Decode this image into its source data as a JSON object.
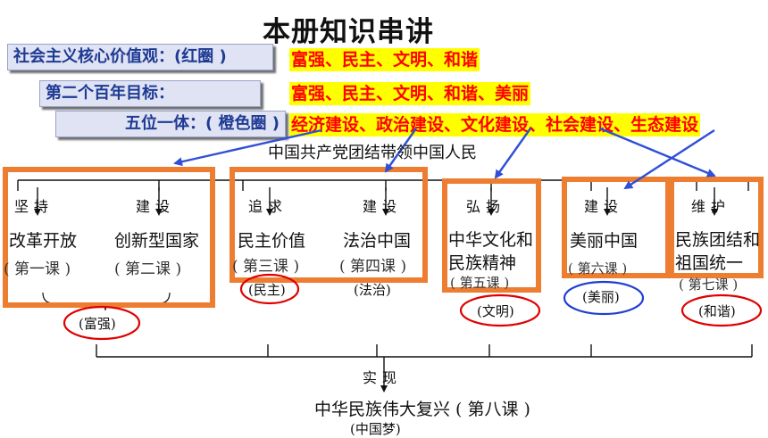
{
  "title": "本册知识串讲",
  "rows": [
    {
      "label": "社会主义核心价值观：(红圈 )",
      "value": "富强、民主、文明、和谐"
    },
    {
      "label": "第二个百年目标：",
      "value": "富强、民主、文明、和谐、美丽"
    },
    {
      "label": "五位一体：( 橙色圈 )",
      "value": "经济建设、政治建设、文化建设、社会建设、生态建设"
    }
  ],
  "top_node": "中国共产党团结带领中国人民",
  "groups": [
    {
      "verb": "坚持",
      "items": [
        {
          "name": "改革开放",
          "lesson": "( 第一课 )"
        },
        {
          "name": "创新型国家",
          "lesson": "( 第二课 )"
        }
      ],
      "verb2": "建设"
    },
    {
      "verb": "追求",
      "items": [
        {
          "name": "民主价值",
          "lesson": "( 第三课 )"
        }
      ],
      "verb2": "建设"
    },
    {
      "items2": [
        {
          "name": "法治中国",
          "lesson": "( 第四课 )"
        }
      ]
    },
    {
      "verb": "弘扬",
      "items": [
        {
          "name": "中华文化和民族精神",
          "lesson": "( 第五课 )"
        }
      ]
    },
    {
      "verb": "建设",
      "items": [
        {
          "name": "美丽中国",
          "lesson": "( 第六课 )"
        }
      ]
    },
    {
      "verb": "维护",
      "items": [
        {
          "name": "民族团结和祖国统一",
          "lesson": "( 第七课 )"
        }
      ]
    }
  ],
  "labels": {
    "fuqiang": "(富强)",
    "minzhu": "(民主)",
    "fazhi": "(法治)",
    "wenming": "(文明)",
    "meili": "(美丽)",
    "hexie": "(和谐)"
  },
  "bottom_verb": "实现",
  "bottom_node": "中华民族伟大复兴 ( 第八课 )",
  "bottom_sub": "(中国梦)",
  "colors": {
    "orange": "#ed7d31",
    "red": "#e00000",
    "blue": "#1f3fd0",
    "arrow": "#2f4fd8"
  }
}
